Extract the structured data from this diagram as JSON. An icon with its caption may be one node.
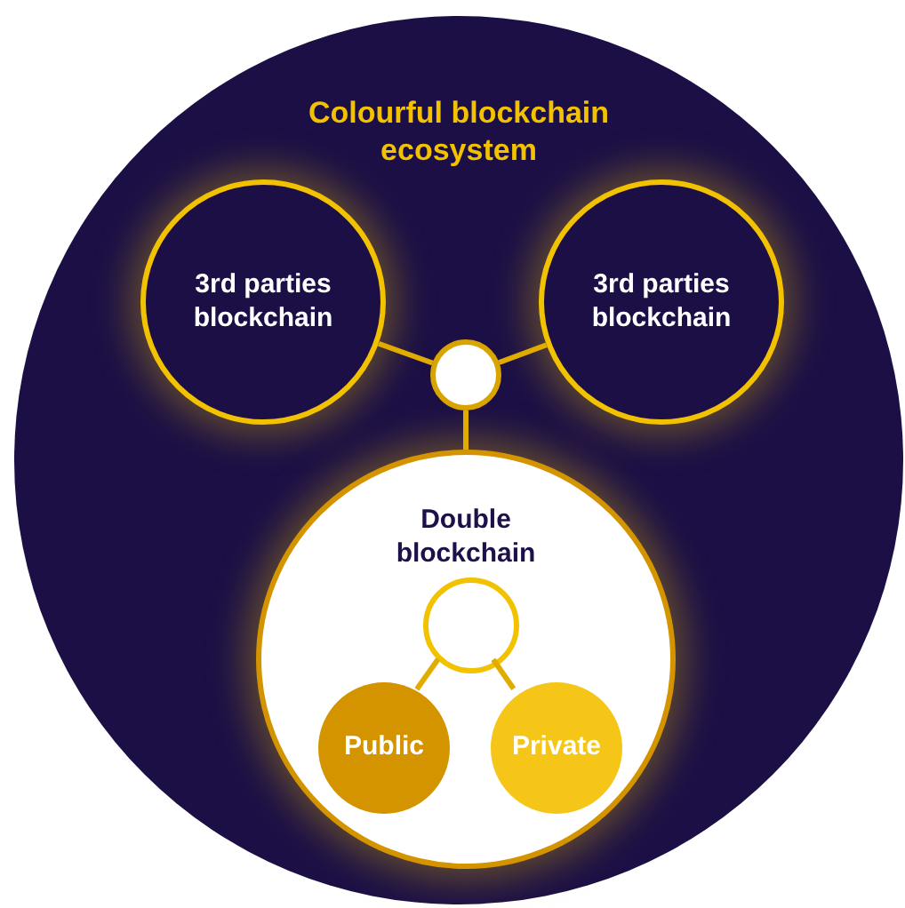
{
  "diagram": {
    "nodes": [
      {
        "text": [
          "Colourful blockchain ecosystem"
        ]
      },
      {
        "text": [
          "3rd parties blockchain"
        ],
        "in": 0
      },
      {
        "text": [
          "3rd parties blockchain"
        ],
        "in": 0
      },
      {
        "text": [],
        "shape": "circle",
        "in": 0
      },
      {
        "text": [
          "Double blockchain"
        ],
        "in": 0
      },
      {
        "text": [],
        "shape": "circle",
        "in": 4
      },
      {
        "text": [
          "Public"
        ],
        "in": 4
      },
      {
        "text": [
          "Private"
        ],
        "in": 4
      }
    ],
    "edges": [
      {
        "from": 1,
        "to": 3,
        "arrow": "none"
      },
      {
        "from": 2,
        "to": 3,
        "arrow": "none"
      },
      {
        "from": 3,
        "to": 4,
        "arrow": "none"
      },
      {
        "from": 5,
        "to": 6,
        "arrow": "none"
      },
      {
        "from": 5,
        "to": 7,
        "arrow": "none"
      }
    ]
  }
}
